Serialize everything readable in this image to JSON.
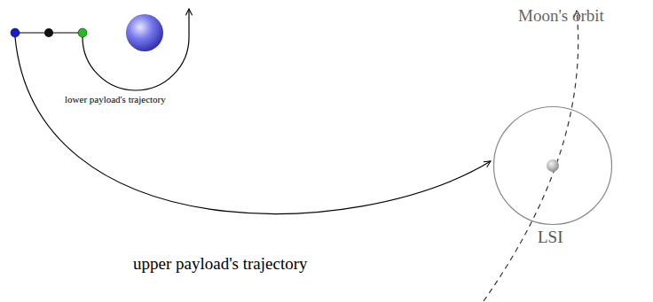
{
  "diagram": {
    "nodes": [
      {
        "text": [
          "LSI"
        ]
      }
    ],
    "labels": [
      "Moon's orbit",
      "lower payload's trajectory",
      "upper payload's trajectory"
    ]
  }
}
